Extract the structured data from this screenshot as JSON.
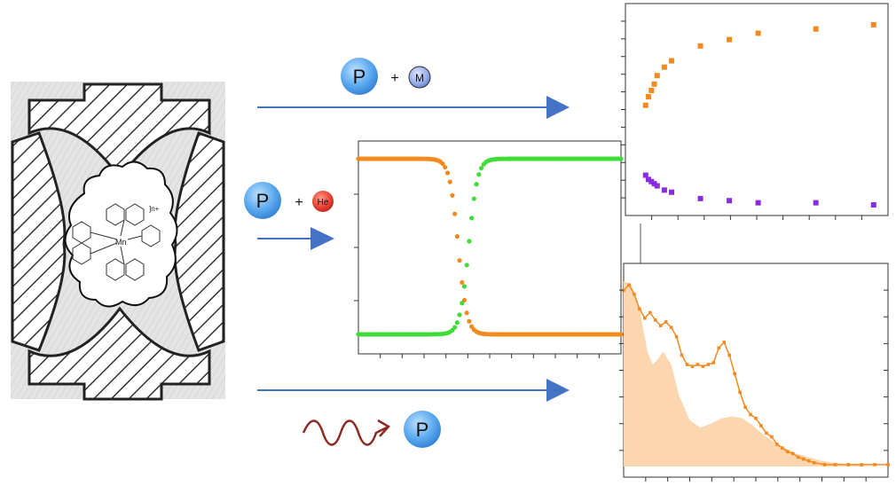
{
  "labels": {
    "photon": "P",
    "plus": "+",
    "metal": "M",
    "helium": "He",
    "charge": "]n+",
    "manganese": "Mn"
  },
  "colors": {
    "arrow": "#4472c4",
    "photon_fill": "#5aa8ee",
    "metal_fill": "#8fa8e6",
    "helium_fill": "#e53a2c",
    "orange": "#f28a1e",
    "green": "#3fdc35",
    "purple": "#8a2be2",
    "spectrum_fill": "#fbd6ae",
    "wave": "#8b2a22"
  },
  "chart_data": [
    {
      "type": "scatter",
      "title": "",
      "xlabel": "",
      "ylabel": "",
      "series": [
        {
          "color": "orange",
          "points": [
            [
              0.2,
              0.52
            ],
            [
              0.4,
              0.56
            ],
            [
              0.6,
              0.59
            ],
            [
              0.8,
              0.62
            ],
            [
              1.0,
              0.66
            ],
            [
              1.5,
              0.7
            ],
            [
              2.0,
              0.73
            ],
            [
              4.0,
              0.8
            ],
            [
              6.0,
              0.83
            ],
            [
              8.0,
              0.86
            ],
            [
              12.0,
              0.88
            ],
            [
              16.0,
              0.9
            ]
          ]
        },
        {
          "color": "purple",
          "points": [
            [
              0.2,
              0.19
            ],
            [
              0.4,
              0.17
            ],
            [
              0.6,
              0.16
            ],
            [
              0.8,
              0.15
            ],
            [
              1.0,
              0.14
            ],
            [
              1.5,
              0.12
            ],
            [
              2.0,
              0.11
            ],
            [
              4.0,
              0.08
            ],
            [
              6.0,
              0.07
            ],
            [
              8.0,
              0.06
            ],
            [
              12.0,
              0.06
            ],
            [
              16.0,
              0.05
            ]
          ]
        }
      ]
    },
    {
      "type": "scatter",
      "title": "",
      "xlabel": "",
      "ylabel": "",
      "series": [
        {
          "color": "orange",
          "shape": "sigmoid-falling",
          "high": 1.0,
          "low": 0.0,
          "midpoint": 0.38
        },
        {
          "color": "green",
          "shape": "sigmoid-rising",
          "high": 1.0,
          "low": 0.0,
          "midpoint": 0.42
        }
      ]
    },
    {
      "type": "line",
      "title": "",
      "xlabel": "",
      "ylabel": "",
      "series": [
        {
          "color": "orange",
          "style": "line-with-markers",
          "x": [
            0.0,
            0.02,
            0.04,
            0.06,
            0.08,
            0.1,
            0.12,
            0.14,
            0.16,
            0.18,
            0.2,
            0.22,
            0.24,
            0.26,
            0.28,
            0.3,
            0.32,
            0.34,
            0.36,
            0.38,
            0.4,
            0.42,
            0.44,
            0.46,
            0.48,
            0.5,
            0.52,
            0.54,
            0.56,
            0.58,
            0.6,
            0.62,
            0.64,
            0.66,
            0.68,
            0.7,
            0.72,
            0.76,
            0.8,
            0.85,
            0.9,
            0.95,
            1.0
          ],
          "y": [
            0.95,
            0.98,
            0.93,
            0.85,
            0.8,
            0.83,
            0.79,
            0.76,
            0.78,
            0.75,
            0.7,
            0.6,
            0.55,
            0.54,
            0.55,
            0.54,
            0.55,
            0.56,
            0.64,
            0.67,
            0.6,
            0.5,
            0.4,
            0.32,
            0.28,
            0.26,
            0.22,
            0.18,
            0.16,
            0.12,
            0.1,
            0.08,
            0.07,
            0.05,
            0.04,
            0.03,
            0.02,
            0.01,
            0.01,
            0.01,
            0.01,
            0.01,
            0.01
          ]
        },
        {
          "color": "spectrum_fill",
          "style": "filled-area",
          "x": [
            0.0,
            0.03,
            0.06,
            0.09,
            0.11,
            0.13,
            0.15,
            0.18,
            0.21,
            0.25,
            0.29,
            0.33,
            0.37,
            0.41,
            0.45,
            0.49,
            0.53,
            0.57,
            0.61,
            0.65,
            0.7,
            0.75,
            0.8,
            0.85,
            0.9,
            0.95,
            1.0
          ],
          "y": [
            1.0,
            0.98,
            0.85,
            0.62,
            0.55,
            0.58,
            0.62,
            0.55,
            0.38,
            0.25,
            0.21,
            0.23,
            0.26,
            0.27,
            0.26,
            0.22,
            0.17,
            0.13,
            0.1,
            0.07,
            0.05,
            0.03,
            0.02,
            0.01,
            0.005,
            0.0,
            0.0
          ]
        }
      ]
    }
  ]
}
